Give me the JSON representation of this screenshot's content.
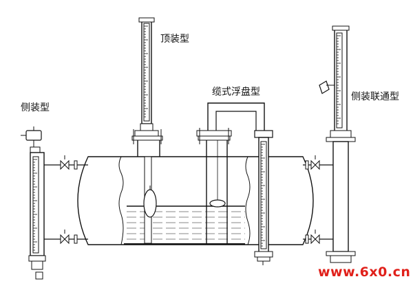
{
  "labels": {
    "top_mounted": "顶装型",
    "cable_float": "缆式浮盘型",
    "side_mounted": "侧装型",
    "side_connected": "侧装联通型"
  },
  "watermark": "www.6x0.cn",
  "colors": {
    "line": "#111111",
    "watermark": "#e0201a",
    "background": "#ffffff"
  }
}
